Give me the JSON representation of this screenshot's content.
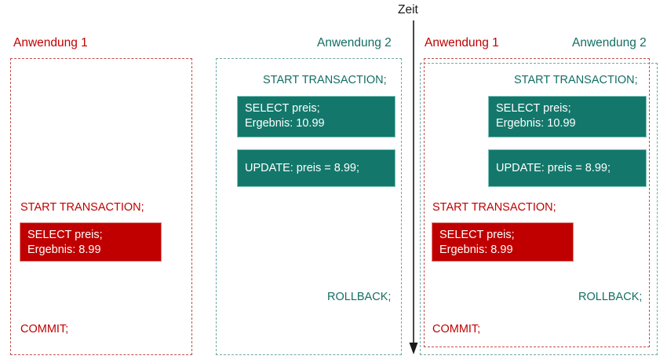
{
  "time_axis": {
    "label": "Zeit",
    "direction": "downward",
    "color": "#1A1A1A"
  },
  "colors": {
    "app1": "#C00000",
    "app1_box_fill": "#C00000",
    "app1_box_border": "#E0867F",
    "app1_frame": "#C0504D",
    "app2": "#136F63",
    "app2_box_fill": "#13786B",
    "app2_box_border": "#7FC3B9",
    "app2_frame": "#6FA9A2",
    "background": "#FFFFFF"
  },
  "panels": [
    {
      "id": "panel-left",
      "captions": [
        {
          "text": "Anwendung 1",
          "owner": "app1",
          "align": "left"
        }
      ],
      "frame_owner": "app1",
      "statements": [
        {
          "text": "START TRANSACTION;",
          "owner": "app1",
          "align": "left"
        },
        {
          "text": "COMMIT;",
          "owner": "app1",
          "align": "left"
        }
      ],
      "boxes": [
        {
          "owner": "app1",
          "lines": [
            "SELECT preis;",
            "Ergebnis: 8.99"
          ]
        }
      ]
    },
    {
      "id": "panel-middle",
      "captions": [
        {
          "text": "Anwendung 2",
          "owner": "app2",
          "align": "right"
        }
      ],
      "frame_owner": "app2",
      "statements": [
        {
          "text": "START TRANSACTION;",
          "owner": "app2",
          "align": "right"
        },
        {
          "text": "ROLLBACK;",
          "owner": "app2",
          "align": "right"
        }
      ],
      "boxes": [
        {
          "owner": "app2",
          "lines": [
            "SELECT preis;",
            "Ergebnis: 10.99"
          ]
        },
        {
          "owner": "app2",
          "lines": [
            "UPDATE: preis = 8.99;"
          ]
        }
      ]
    },
    {
      "id": "panel-right",
      "captions": [
        {
          "text": "Anwendung 1",
          "owner": "app1",
          "align": "left"
        },
        {
          "text": "Anwendung 2",
          "owner": "app2",
          "align": "right"
        }
      ],
      "frame_owner": "both",
      "statements": [
        {
          "text": "START TRANSACTION;",
          "owner": "app2",
          "align": "right"
        },
        {
          "text": "START TRANSACTION;",
          "owner": "app1",
          "align": "left"
        },
        {
          "text": "ROLLBACK;",
          "owner": "app2",
          "align": "right"
        },
        {
          "text": "COMMIT;",
          "owner": "app1",
          "align": "left"
        }
      ],
      "boxes": [
        {
          "owner": "app2",
          "lines": [
            "SELECT preis;",
            "Ergebnis: 10.99"
          ]
        },
        {
          "owner": "app2",
          "lines": [
            "UPDATE: preis = 8.99;"
          ]
        },
        {
          "owner": "app1",
          "lines": [
            "SELECT preis;",
            "Ergebnis: 8.99"
          ]
        }
      ]
    }
  ]
}
